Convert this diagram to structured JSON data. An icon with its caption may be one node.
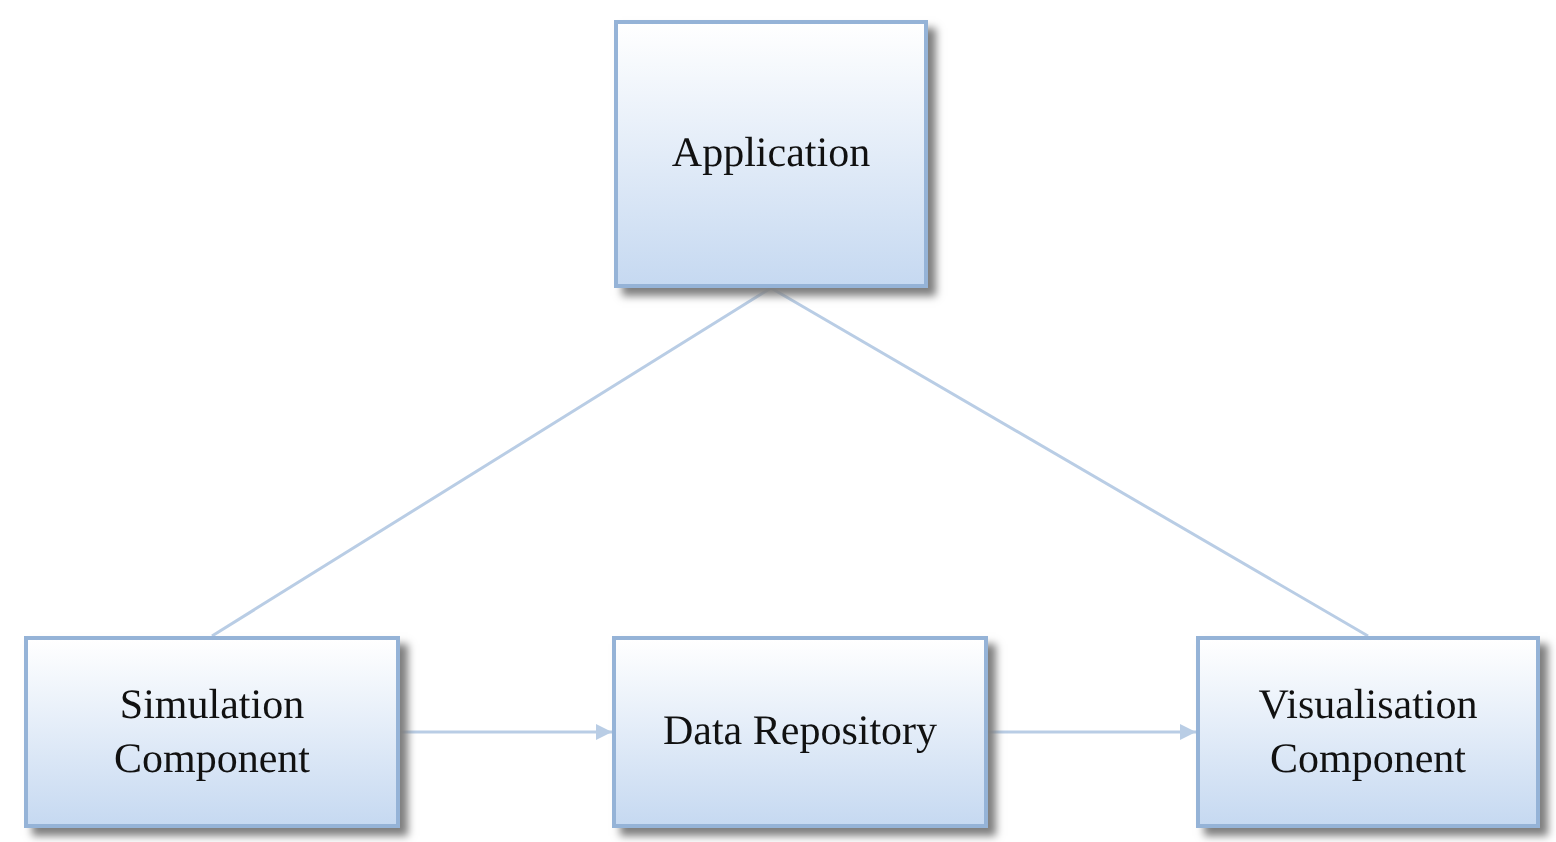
{
  "diagram": {
    "nodes": [
      {
        "text": [
          "Application"
        ]
      },
      {
        "text": [
          "Simulation Component"
        ]
      },
      {
        "text": [
          "Data Repository"
        ]
      },
      {
        "text": [
          "Visualisation Component"
        ]
      }
    ],
    "edges": [
      {
        "from": 0,
        "to": 1,
        "arrow": "none"
      },
      {
        "from": 0,
        "to": 3,
        "arrow": "none"
      },
      {
        "from": 1,
        "to": 2,
        "arrow": "to"
      },
      {
        "from": 2,
        "to": 3,
        "arrow": "to"
      }
    ]
  }
}
